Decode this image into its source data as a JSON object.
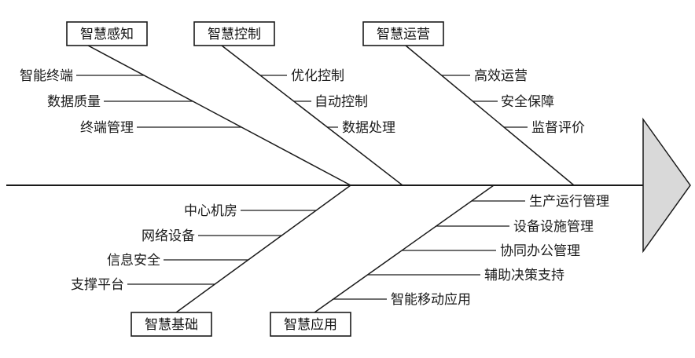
{
  "diagram": {
    "kind": "fishbone",
    "line_color": "#1a1a1a",
    "arrow_fill": "#d9d9d9",
    "top_branches": [
      {
        "label": "智慧感知",
        "items": [
          "智能终端",
          "数据质量",
          "终端管理"
        ]
      },
      {
        "label": "智慧控制",
        "items": [
          "优化控制",
          "自动控制",
          "数据处理"
        ]
      },
      {
        "label": "智慧运营",
        "items": [
          "高效运营",
          "安全保障",
          "监督评价"
        ]
      }
    ],
    "bottom_branches": [
      {
        "label": "智慧基础",
        "items": [
          "中心机房",
          "网络设备",
          "信息安全",
          "支撑平台"
        ]
      },
      {
        "label": "智慧应用",
        "items": [
          "生产运行管理",
          "设备设施管理",
          "协同办公管理",
          "辅助决策支持",
          "智能移动应用"
        ]
      }
    ]
  }
}
